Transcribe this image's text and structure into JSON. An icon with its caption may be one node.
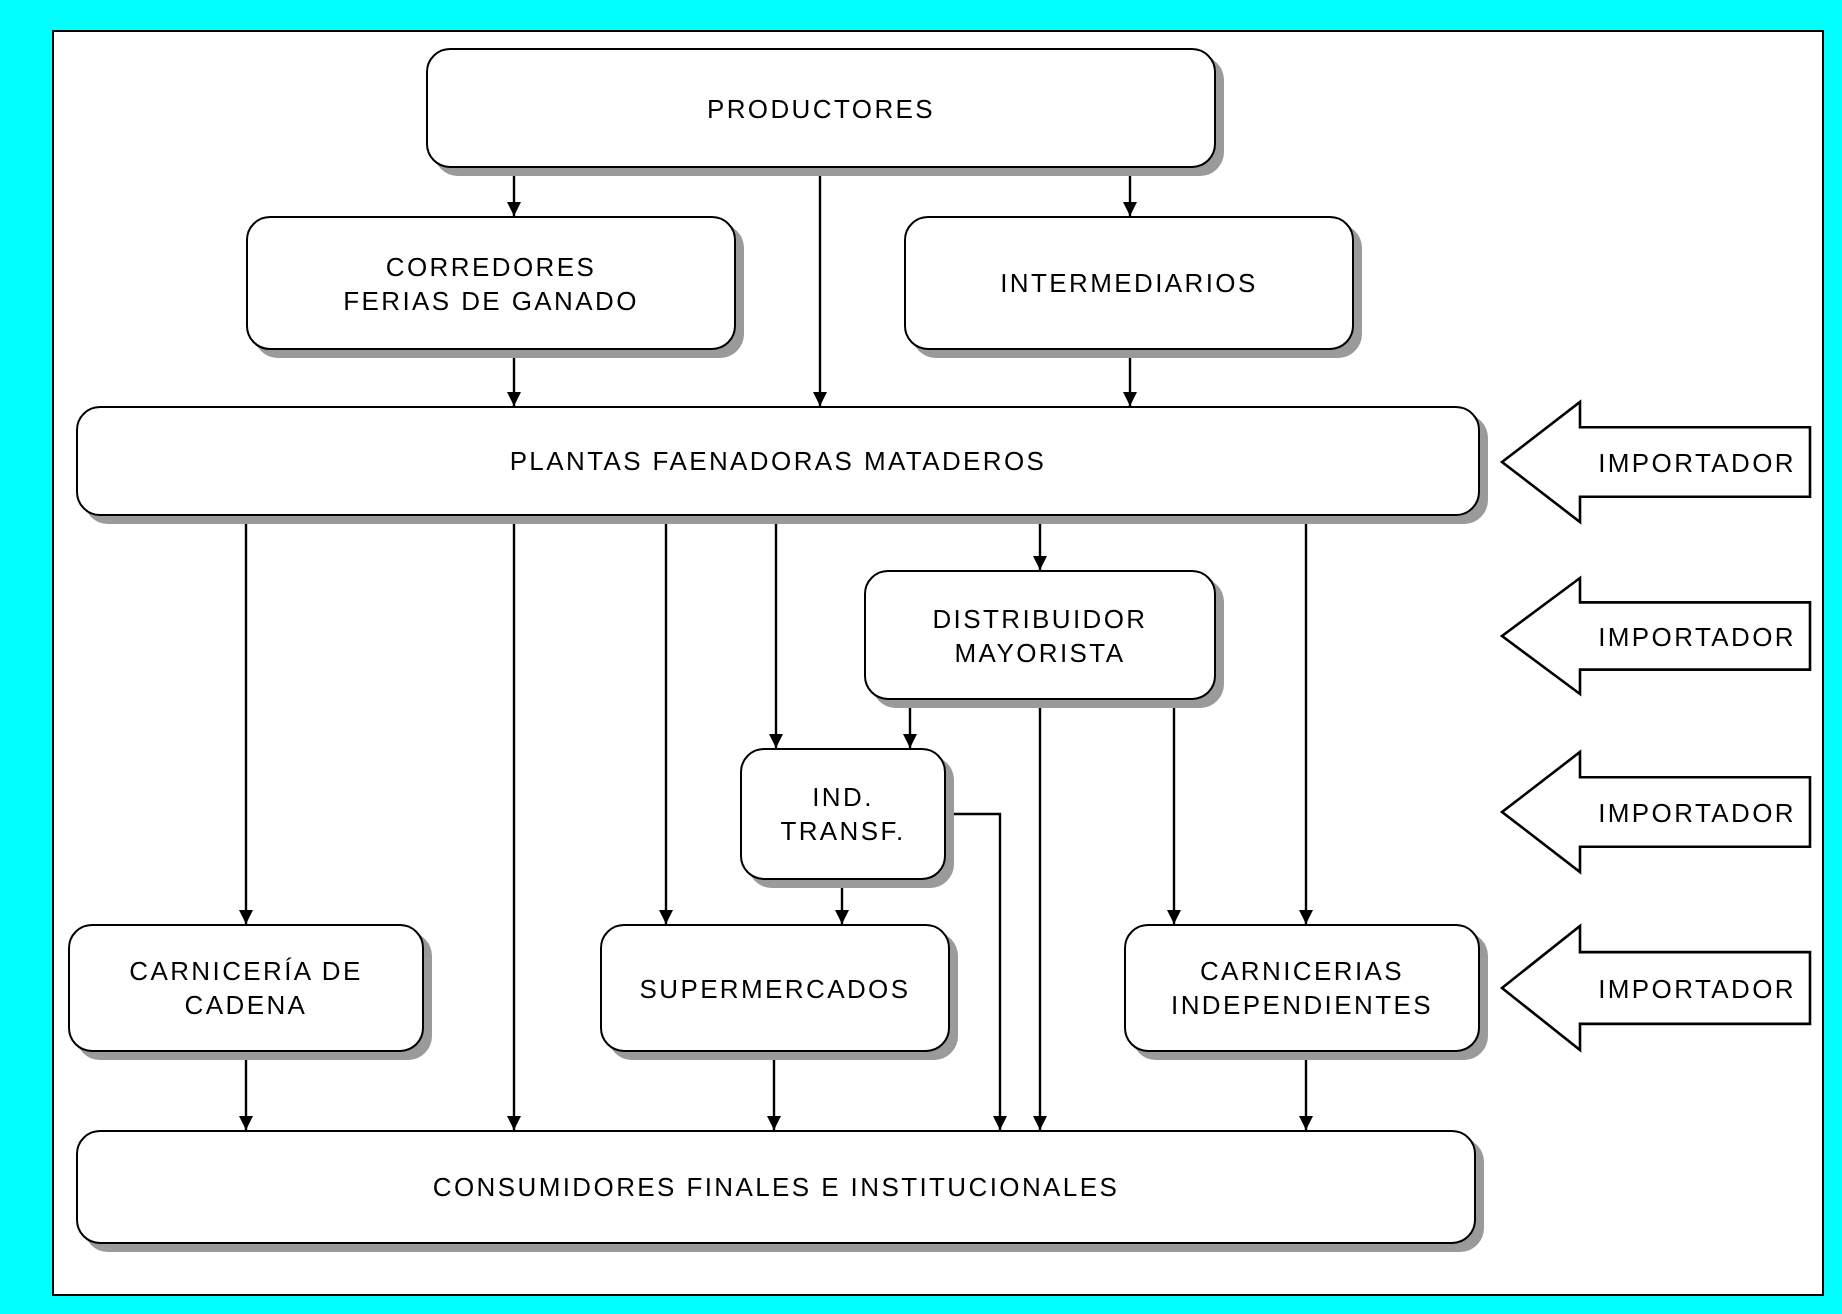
{
  "diagram": {
    "nodes": [
      {
        "text": [
          "PRODUCTORES"
        ]
      },
      {
        "text": [
          "CORREDORES FERIAS DE GANADO"
        ]
      },
      {
        "text": [
          "INTERMEDIARIOS"
        ]
      },
      {
        "text": [
          "PLANTAS FAENADORAS MATADEROS"
        ]
      },
      {
        "text": [
          "IMPORTADOR"
        ]
      },
      {
        "text": [
          "DISTRIBUIDOR MAYORISTA"
        ]
      },
      {
        "text": [
          "IMPORTADOR"
        ]
      },
      {
        "text": [
          "IND. TRANSF."
        ]
      },
      {
        "text": [
          "IMPORTADOR"
        ]
      },
      {
        "text": [
          "CARNICERÍA DE CADENA"
        ]
      },
      {
        "text": [
          "SUPERMERCADOS"
        ]
      },
      {
        "text": [
          "CARNICERIAS INDEPENDIENTES"
        ]
      },
      {
        "text": [
          "IMPORTADOR"
        ]
      },
      {
        "text": [
          "CONSUMIDORES FINALES E INSTITUCIONALES"
        ]
      }
    ],
    "edges": [
      {
        "from": 0,
        "to": 1,
        "arrow": "to"
      },
      {
        "from": 0,
        "to": 3,
        "arrow": "to"
      },
      {
        "from": 0,
        "to": 2,
        "arrow": "to"
      },
      {
        "from": 1,
        "to": 3,
        "arrow": "to"
      },
      {
        "from": 2,
        "to": 3,
        "arrow": "to"
      },
      {
        "from": 3,
        "to": 9,
        "arrow": "to"
      },
      {
        "from": 3,
        "to": 13,
        "arrow": "to"
      },
      {
        "from": 3,
        "to": 10,
        "arrow": "to"
      },
      {
        "from": 3,
        "to": 7,
        "arrow": "to"
      },
      {
        "from": 3,
        "to": 5,
        "arrow": "to"
      },
      {
        "from": 3,
        "to": 11,
        "arrow": "to"
      },
      {
        "from": 5,
        "to": 7,
        "arrow": "to"
      },
      {
        "from": 5,
        "to": 13,
        "arrow": "to"
      },
      {
        "from": 5,
        "to": 11,
        "arrow": "to"
      },
      {
        "from": 7,
        "to": 10,
        "arrow": "to"
      },
      {
        "from": 7,
        "to": 13,
        "arrow": "to"
      },
      {
        "from": 9,
        "to": 13,
        "arrow": "to"
      },
      {
        "from": 10,
        "to": 13,
        "arrow": "to"
      },
      {
        "from": 11,
        "to": 13,
        "arrow": "to"
      }
    ]
  }
}
